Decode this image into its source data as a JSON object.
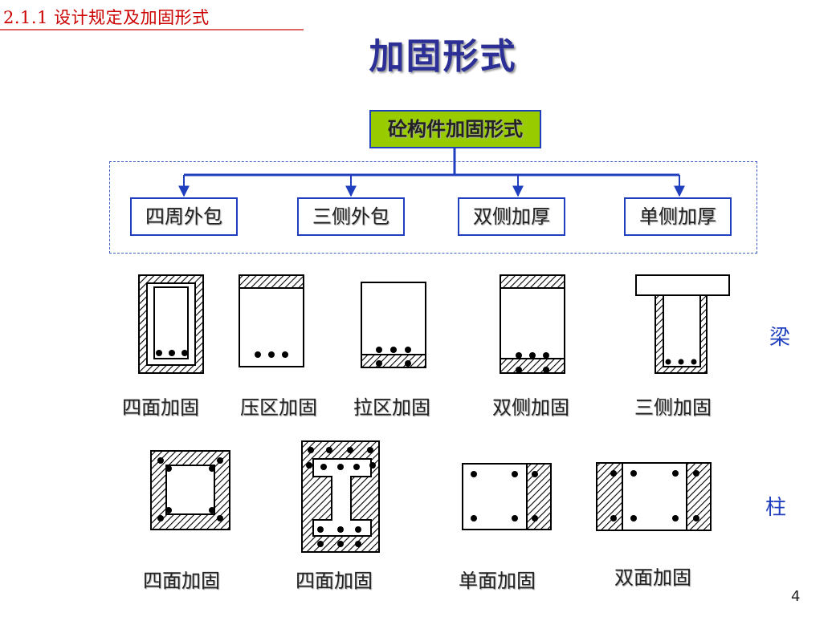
{
  "header": {
    "section_heading": "2.1.1  设计规定及加固形式",
    "title": "加固形式"
  },
  "tree": {
    "root": "砼构件加固形式",
    "children": [
      "四周外包",
      "三侧外包",
      "双侧加厚",
      "单侧加厚"
    ]
  },
  "beams": {
    "row_label": "梁",
    "items": [
      "四面加固",
      "压区加固",
      "拉区加固",
      "双侧加固",
      "三侧加固"
    ]
  },
  "columns": {
    "row_label": "柱",
    "items": [
      "四面加固",
      "四面加固",
      "单面加固",
      "双面加固"
    ]
  },
  "page_number": "4",
  "colors": {
    "heading": "#cc0000",
    "title": "#2b2f96",
    "box_border": "#1f3fbf",
    "root_fill": "#99cc00",
    "hatch": "#000000"
  }
}
